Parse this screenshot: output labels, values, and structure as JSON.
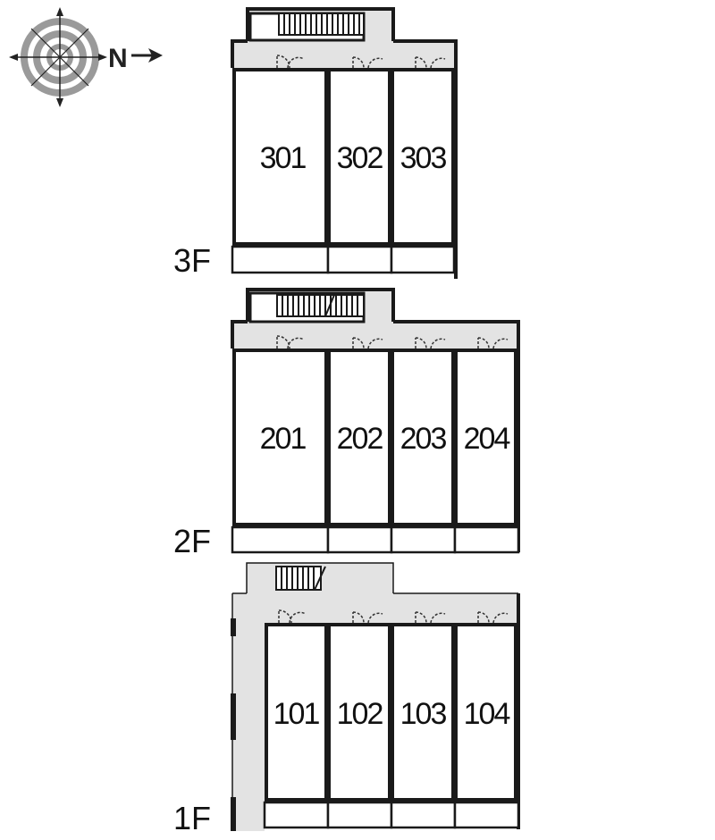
{
  "compass": {
    "north_label": "N"
  },
  "floors": [
    {
      "label": "3F",
      "rooms": [
        "301",
        "302",
        "303"
      ]
    },
    {
      "label": "2F",
      "rooms": [
        "201",
        "202",
        "203",
        "204"
      ]
    },
    {
      "label": "1F",
      "rooms": [
        "101",
        "102",
        "103",
        "104"
      ]
    }
  ],
  "colors": {
    "corridor": "#e3e3e3",
    "wall": "#1a1a1a",
    "background": "#ffffff"
  }
}
